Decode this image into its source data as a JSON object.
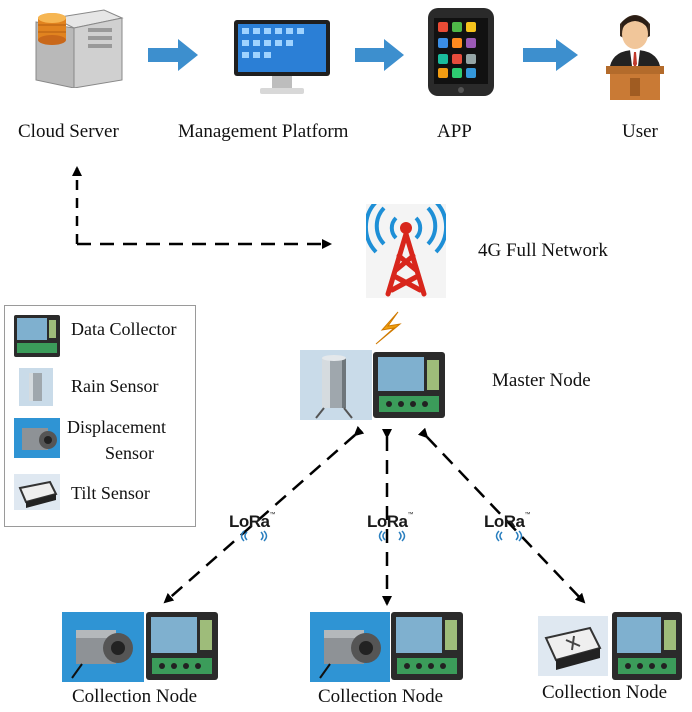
{
  "top_row": {
    "cloud_server": "Cloud Server",
    "management_platform": "Management Platform",
    "app": "APP",
    "user": "User"
  },
  "network": {
    "label": "4G Full Network"
  },
  "master_node": {
    "label": "Master Node"
  },
  "legend": {
    "data_collector": "Data Collector",
    "rain_sensor": "Rain Sensor",
    "displacement_sensor_line1": "Displacement",
    "displacement_sensor_line2": "Sensor",
    "tilt_sensor": "Tilt Sensor"
  },
  "links": {
    "lora": "LoRa"
  },
  "collection_nodes": [
    {
      "label": "Collection Node"
    },
    {
      "label": "Collection Node"
    },
    {
      "label": "Collection Node"
    }
  ],
  "colors": {
    "arrow_blue": "#3d8fce",
    "tower_red": "#d8261c",
    "signal_blue": "#1e8fd6",
    "bolt_orange": "#f0a010"
  },
  "icons": {
    "server": "server-icon",
    "monitor": "monitor-icon",
    "phone": "phone-icon",
    "user": "user-icon",
    "tower": "cell-tower-icon"
  }
}
